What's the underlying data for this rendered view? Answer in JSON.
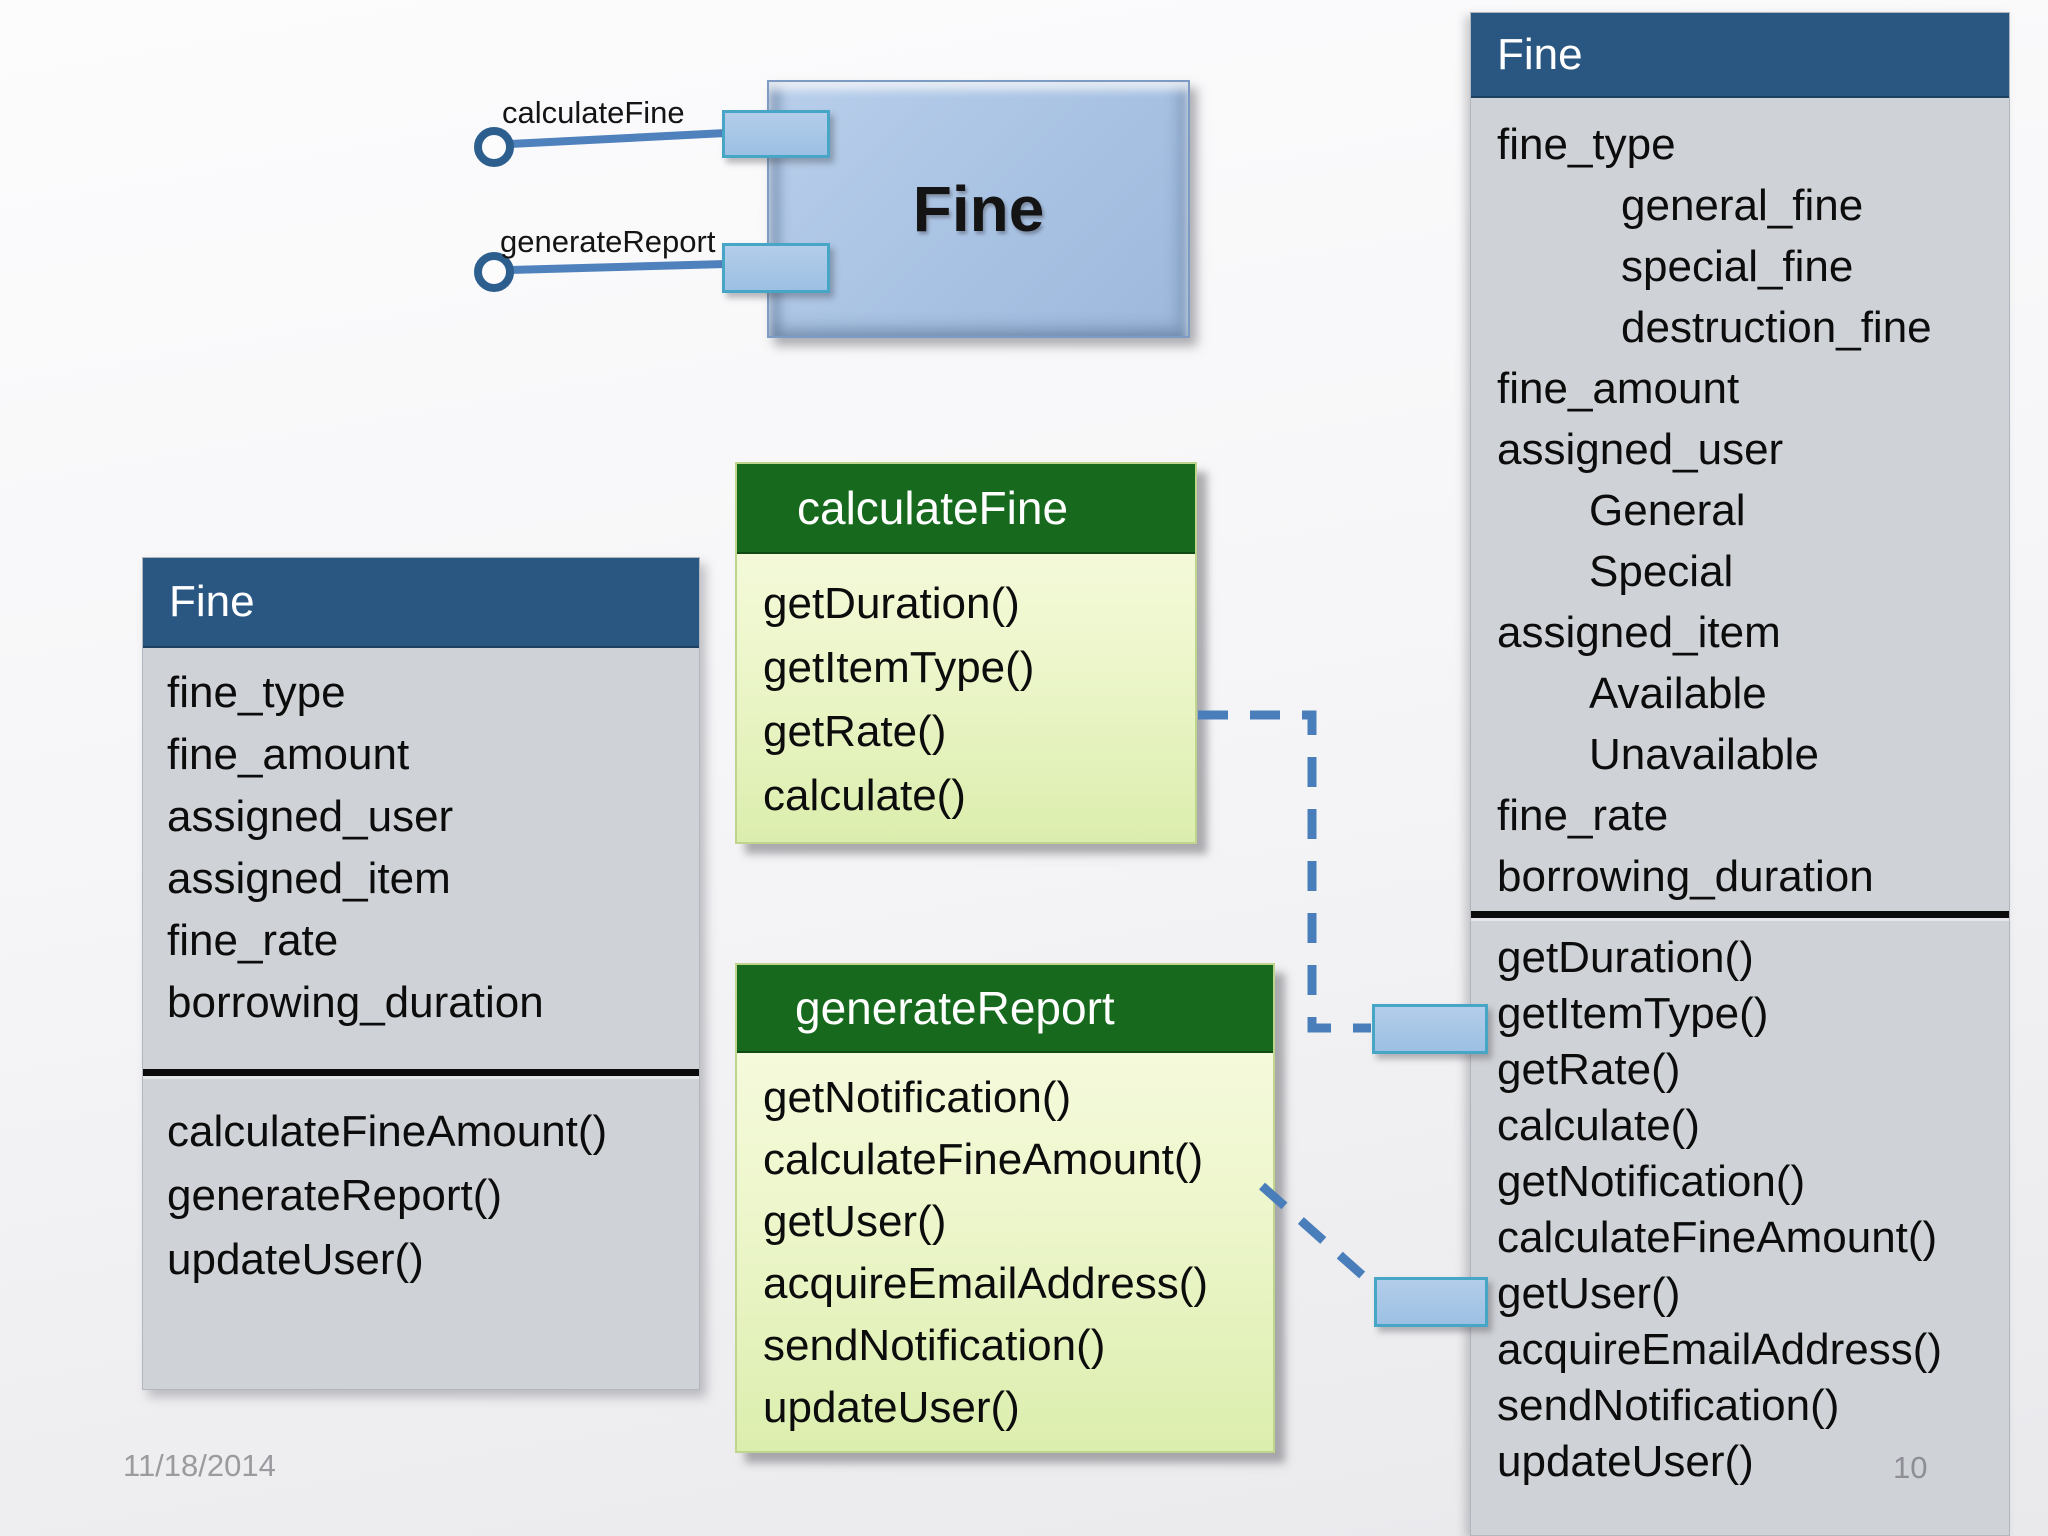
{
  "slide": {
    "date": "11/18/2014",
    "page_number": "10"
  },
  "component": {
    "title": "Fine",
    "ports": [
      {
        "interface_label": "calculateFine"
      },
      {
        "interface_label": "generateReport"
      }
    ]
  },
  "left_class_box": {
    "title": "Fine",
    "attributes": [
      "fine_type",
      "fine_amount",
      "assigned_user",
      "assigned_item",
      "fine_rate",
      "borrowing_duration"
    ],
    "methods": [
      "calculateFineAmount()",
      "generateReport()",
      "updateUser()"
    ]
  },
  "calculate_fine_box": {
    "title": "calculateFine",
    "methods": [
      "getDuration()",
      "getItemType()",
      "getRate()",
      "calculate()"
    ]
  },
  "generate_report_box": {
    "title": "generateReport",
    "methods": [
      "getNotification()",
      "calculateFineAmount()",
      "getUser()",
      "acquireEmailAddress()",
      "sendNotification()",
      "updateUser()"
    ]
  },
  "right_class_box": {
    "title": "Fine",
    "attributes": [
      "fine_type",
      "general_fine",
      "special_fine",
      "destruction_fine",
      "fine_amount",
      "assigned_user",
      "General",
      "Special",
      "assigned_item",
      "Available",
      "Unavailable",
      "fine_rate",
      "borrowing_duration"
    ],
    "methods": [
      "getDuration()",
      "getItemType()",
      "getRate()",
      "calculate()",
      "getNotification()",
      "calculateFineAmount()",
      "getUser()",
      "acquireEmailAddress()",
      "sendNotification()",
      "updateUser()"
    ]
  },
  "colors": {
    "class_header_blue": "#2a5781",
    "class_body_gray": "#cfd2d7",
    "green_header": "#176a1d",
    "green_body_top": "#f8fce3",
    "green_body_bottom": "#dceeae",
    "component_fill": "#a8c2e3",
    "port_fill": "#9cc0e3",
    "port_border": "#47a5c5",
    "connector_dashed_blue": "#4a7ebb",
    "lollipop_line_blue": "#4f81bd",
    "footer_gray": "#9b9b9f"
  }
}
